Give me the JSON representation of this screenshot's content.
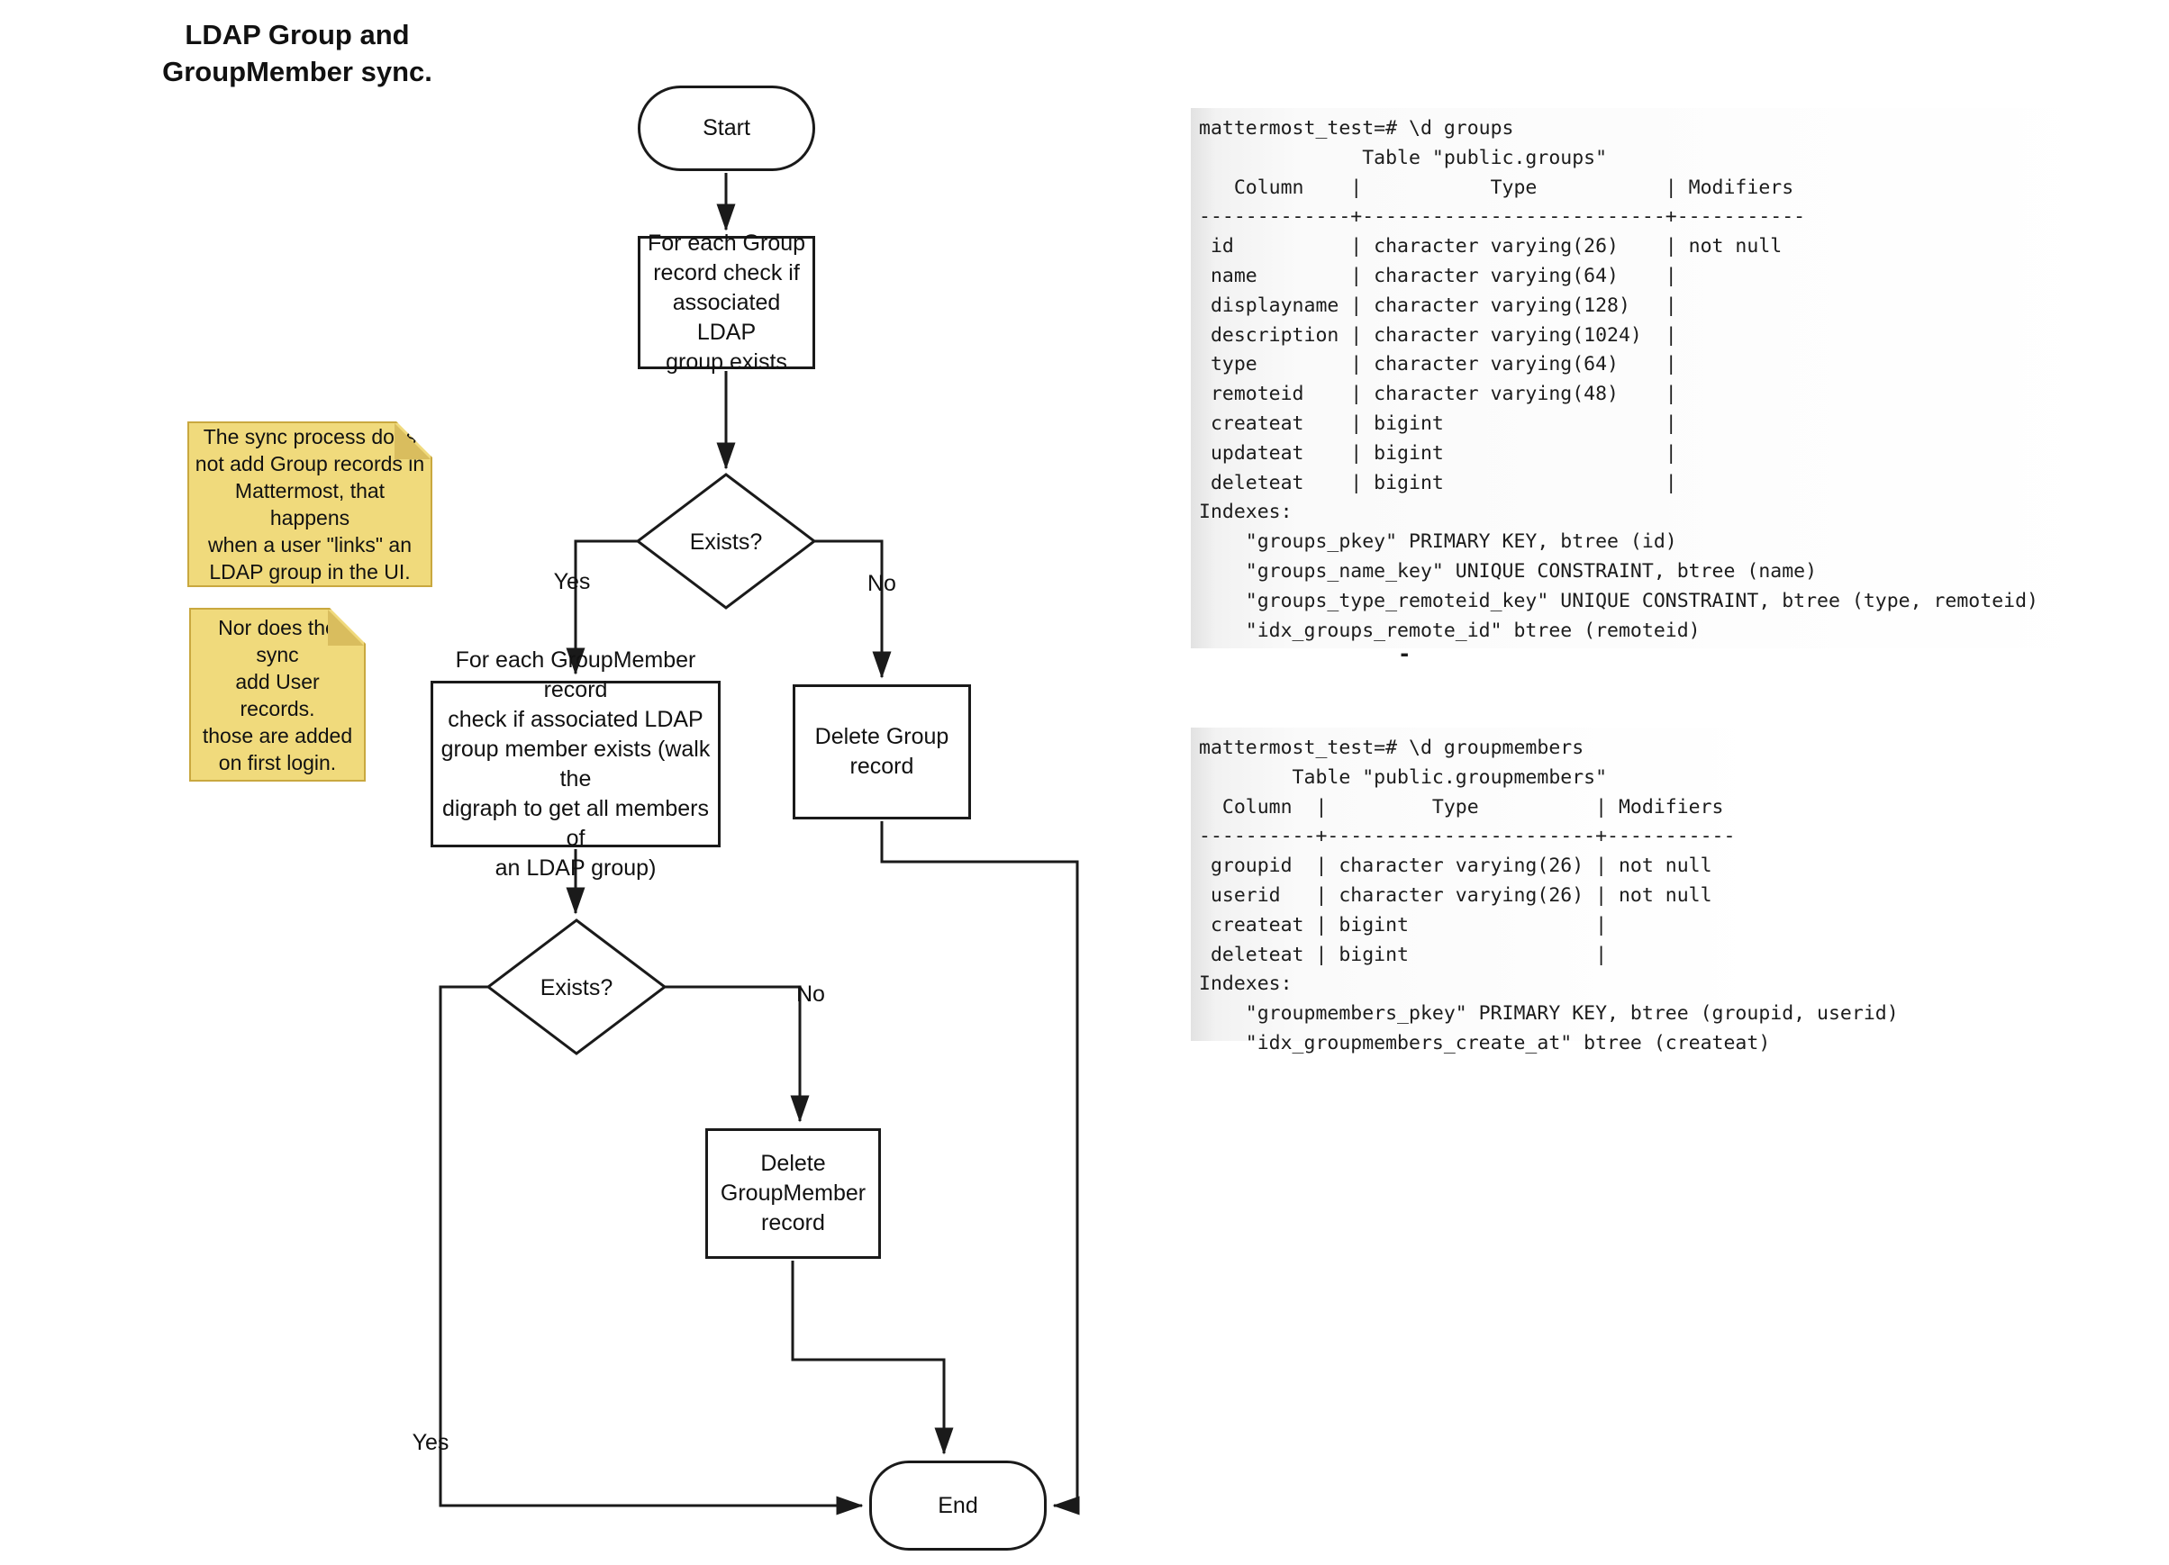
{
  "title": {
    "text": "LDAP Group and\nGroupMember sync."
  },
  "flow": {
    "start_label": "Start",
    "check_group_label": "For each Group\nrecord check if\nassociated LDAP\ngroup exists",
    "exists1_label": "Exists?",
    "exists1_yes": "Yes",
    "exists1_no": "No",
    "check_groupmember_label": "For each GroupMember record\ncheck if associated LDAP\ngroup member exists (walk the\ndigraph to get all members of\nan LDAP group)",
    "delete_group_label": "Delete Group\nrecord",
    "exists2_label": "Exists?",
    "exists2_yes": "Yes",
    "exists2_no": "No",
    "delete_groupmember_label": "Delete\nGroupMember\nrecord",
    "end_label": "End"
  },
  "notes": {
    "note1": "The sync process does\nnot add Group records in\nMattermost, that happens\nwhen a user \"links\" an\nLDAP group in the UI.",
    "note2": "Nor does the sync\nadd User records.\nthose are added\non first login."
  },
  "terminals": {
    "groups": {
      "lines": [
        "mattermost_test=# \\d groups",
        "              Table \"public.groups\"",
        "   Column    |           Type           | Modifiers",
        "-------------+--------------------------+-----------",
        " id          | character varying(26)    | not null",
        " name        | character varying(64)    |",
        " displayname | character varying(128)   |",
        " description | character varying(1024)  |",
        " type        | character varying(64)    |",
        " remoteid    | character varying(48)    |",
        " createat    | bigint                   |",
        " updateat    | bigint                   |",
        " deleteat    | bigint                   |",
        "Indexes:",
        "    \"groups_pkey\" PRIMARY KEY, btree (id)",
        "    \"groups_name_key\" UNIQUE CONSTRAINT, btree (name)",
        "    \"groups_type_remoteid_key\" UNIQUE CONSTRAINT, btree (type, remoteid)",
        "    \"idx_groups_remote_id\" btree (remoteid)"
      ]
    },
    "cursor": "-",
    "groupmembers": {
      "lines": [
        "mattermost_test=# \\d groupmembers",
        "        Table \"public.groupmembers\"",
        "  Column  |         Type          | Modifiers",
        "----------+-----------------------+-----------",
        " groupid  | character varying(26) | not null",
        " userid   | character varying(26) | not null",
        " createat | bigint                |",
        " deleteat | bigint                |",
        "Indexes:",
        "    \"groupmembers_pkey\" PRIMARY KEY, btree (groupid, userid)",
        "    \"idx_groupmembers_create_at\" btree (createat)"
      ]
    }
  },
  "colors": {
    "note_fill": "#f0da7c",
    "note_fold": "#d9bd5e",
    "note_border": "#c9a83f",
    "line": "#1a1a1a"
  }
}
